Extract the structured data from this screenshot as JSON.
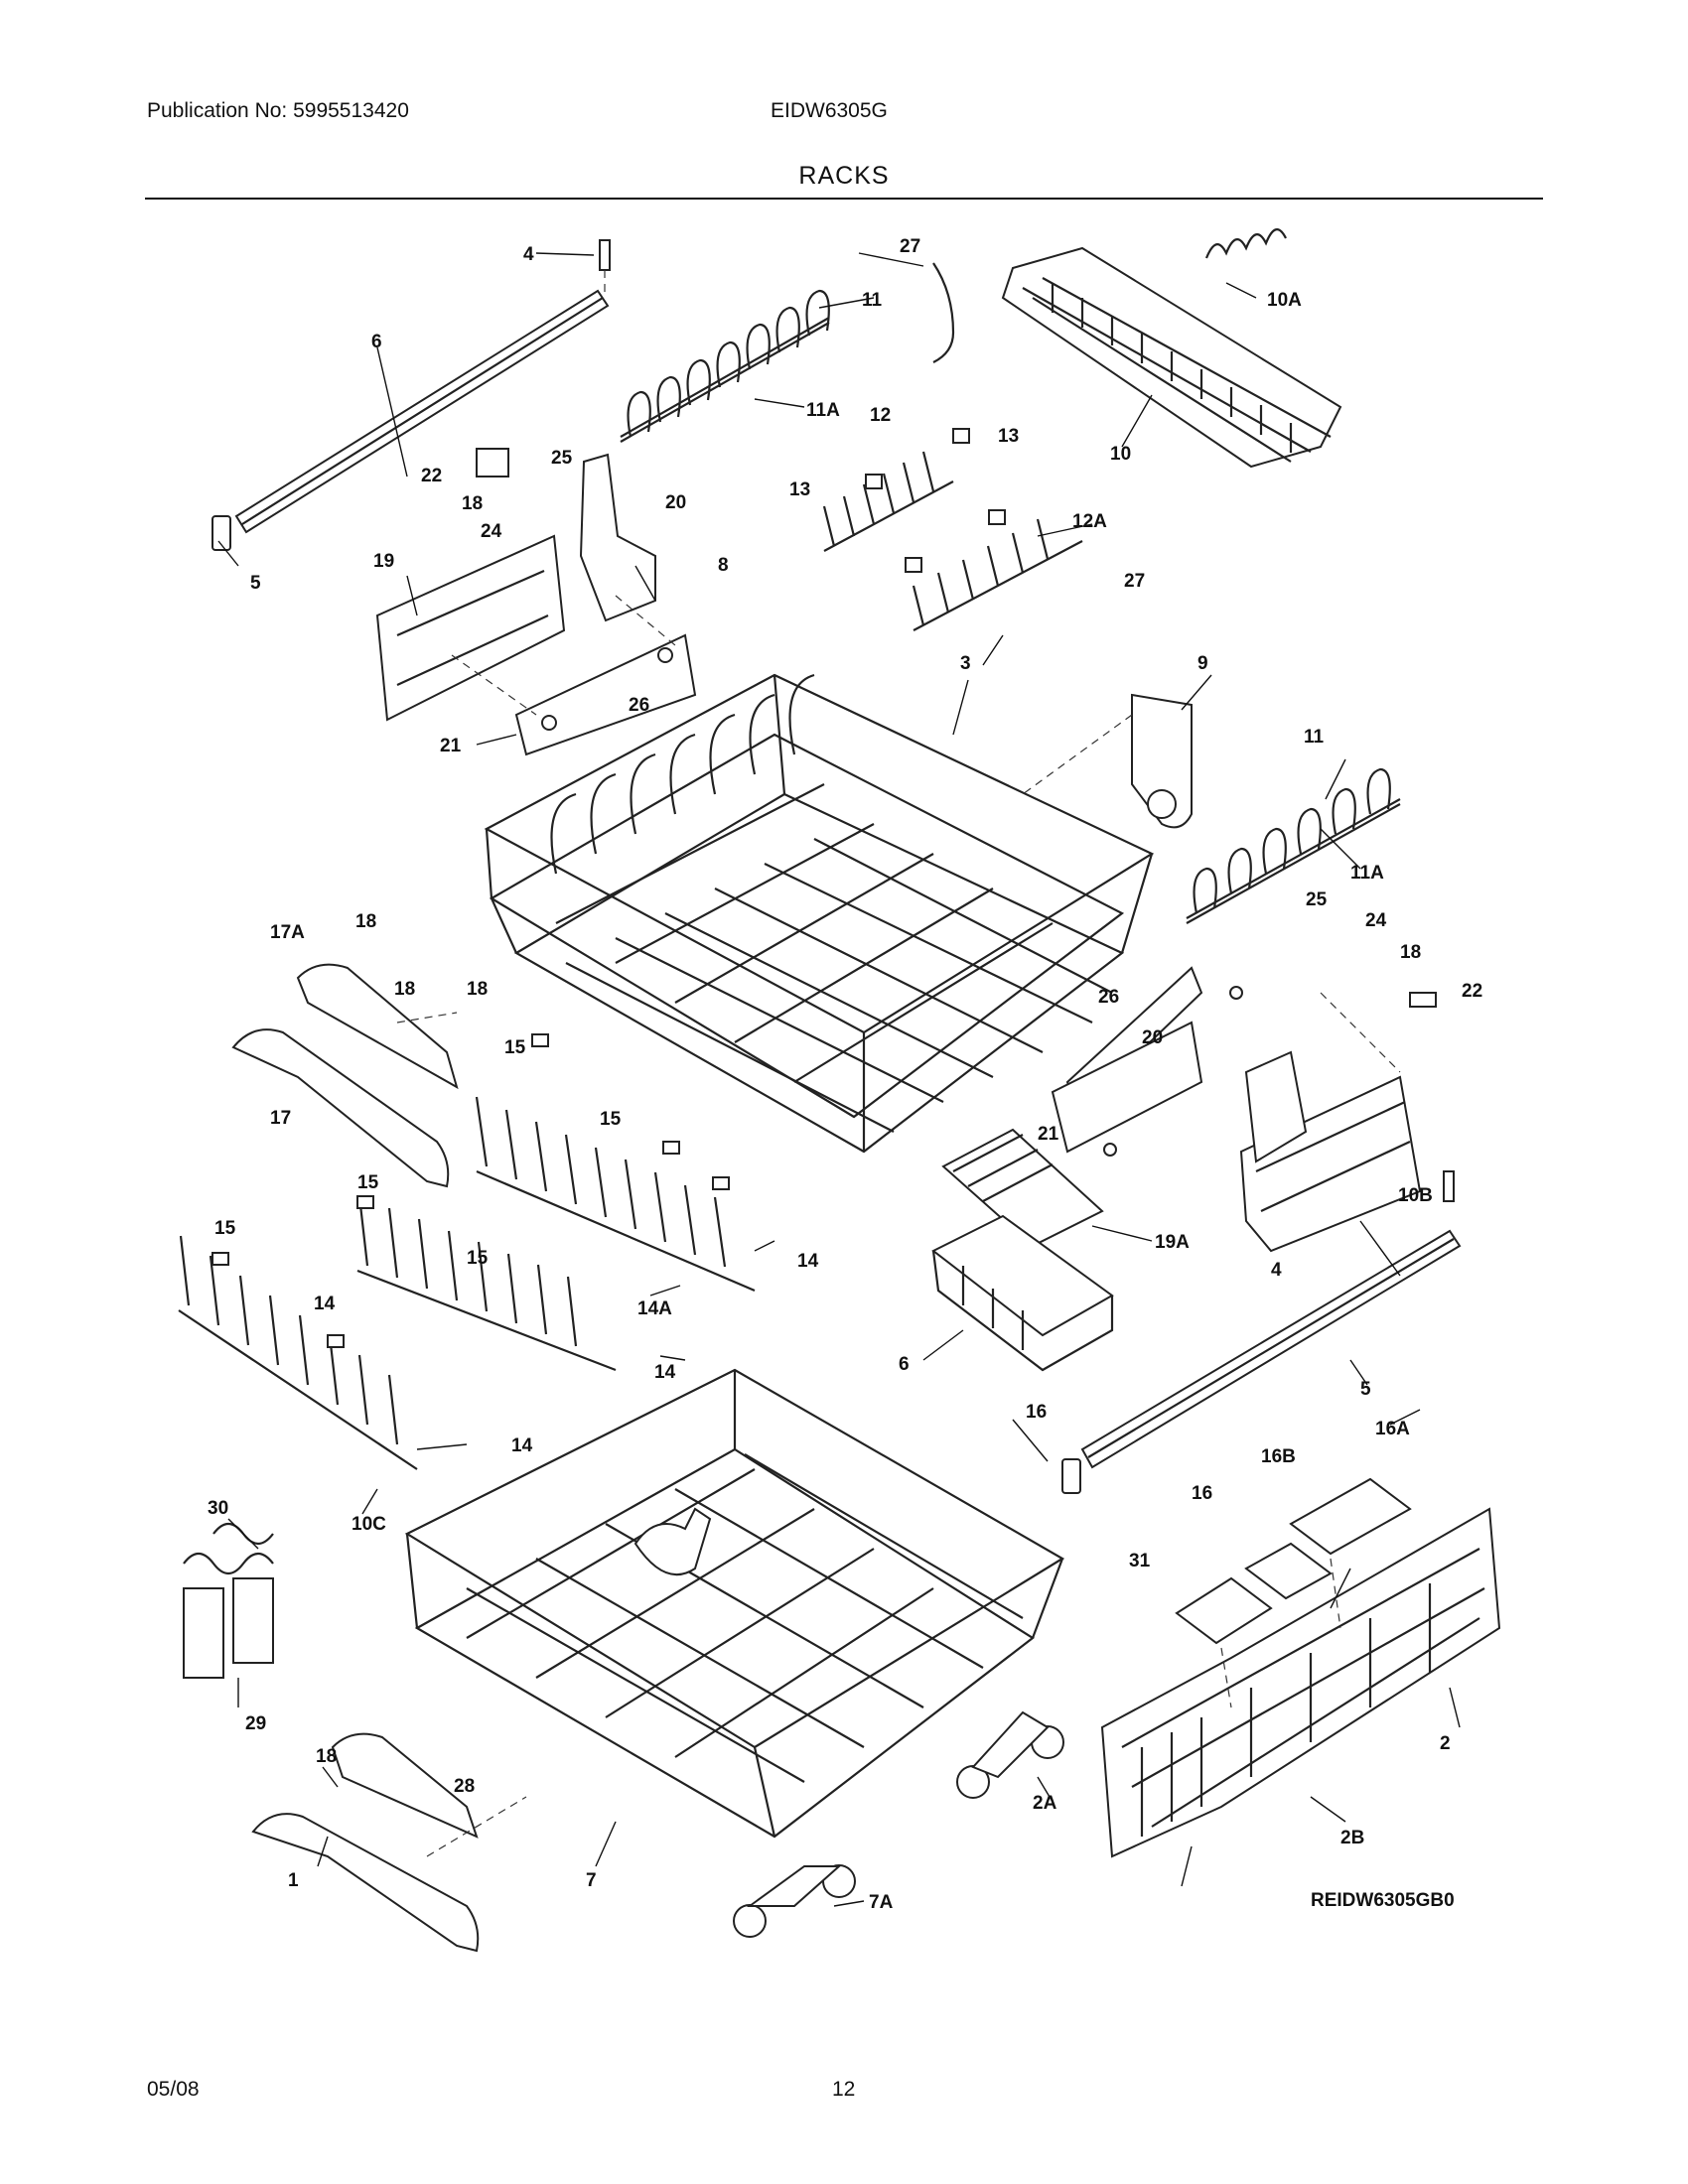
{
  "header": {
    "publication": "Publication No: 5995513420",
    "model": "EIDW6305G",
    "section": "RACKS"
  },
  "diagram": {
    "reference_code": "REIDW6305GB0",
    "callouts": [
      "4",
      "6",
      "5",
      "27",
      "11",
      "11A",
      "10A",
      "10",
      "22",
      "25",
      "18",
      "24",
      "20",
      "19",
      "12",
      "13",
      "13",
      "12A",
      "8",
      "27",
      "3",
      "9",
      "21",
      "26",
      "11",
      "11A",
      "17A",
      "18",
      "18",
      "18",
      "25",
      "24",
      "18",
      "22",
      "26",
      "20",
      "21",
      "17",
      "15",
      "15",
      "15",
      "15",
      "15",
      "14",
      "14",
      "14A",
      "14",
      "14",
      "10C",
      "19A",
      "4",
      "10B",
      "6",
      "5",
      "16",
      "16A",
      "16B",
      "16",
      "31",
      "30",
      "29",
      "18",
      "28",
      "1",
      "7",
      "7A",
      "2A",
      "2",
      "2B"
    ]
  },
  "footer": {
    "date": "05/08",
    "page": "12"
  }
}
